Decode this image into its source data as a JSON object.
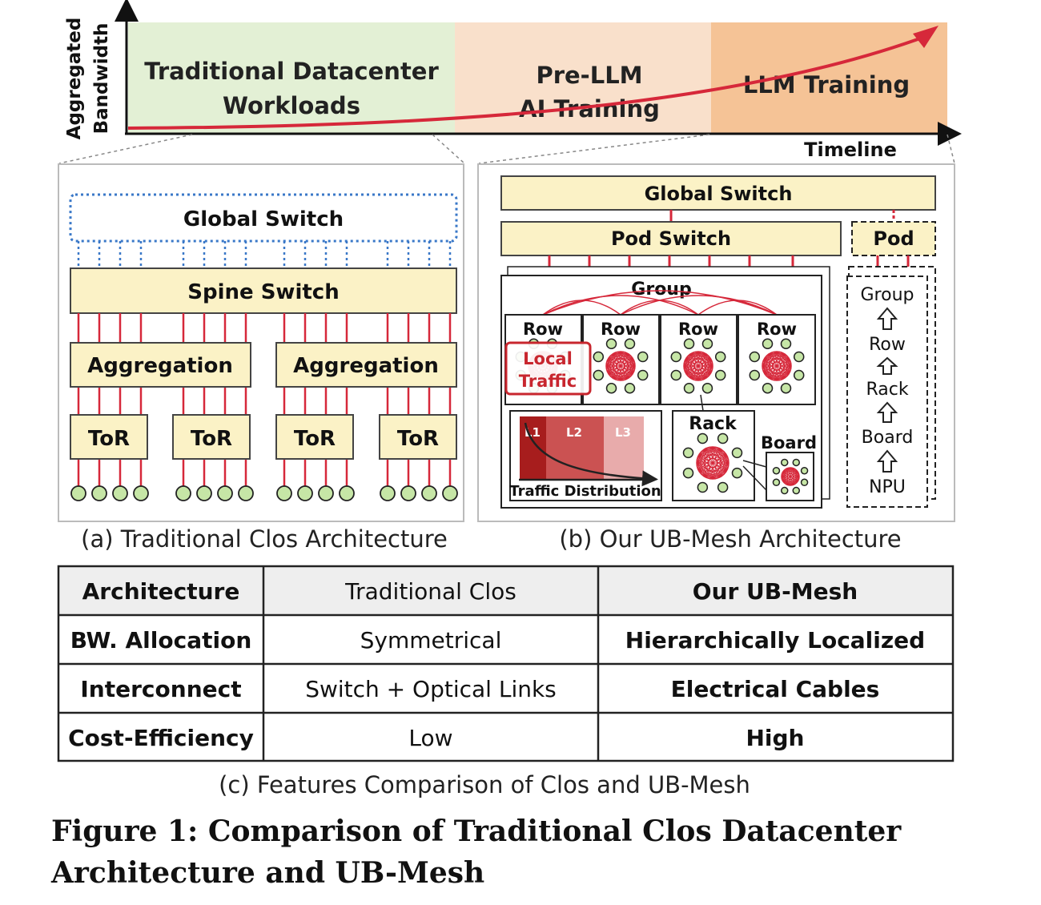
{
  "timeline": {
    "y_axis_label_line1": "Aggregated",
    "y_axis_label_line2": "Bandwidth",
    "x_axis_label": "Timeline",
    "phases": [
      {
        "line1": "Traditional Datacenter",
        "line2": "Workloads"
      },
      {
        "line1": "Pre-LLM",
        "line2": "AI Training"
      },
      {
        "line1": "LLM Training",
        "line2": ""
      }
    ],
    "colors": {
      "phase1": "#e3f0d5",
      "phase2": "#f9e0cb",
      "phase3": "#f5c396",
      "curve": "#d6283a"
    }
  },
  "clos": {
    "global_switch": "Global Switch",
    "spine_switch": "Spine Switch",
    "aggregation": [
      "Aggregation",
      "Aggregation"
    ],
    "tor": [
      "ToR",
      "ToR",
      "ToR",
      "ToR"
    ],
    "caption": "(a) Traditional Clos Architecture"
  },
  "ubmesh": {
    "global_switch": "Global Switch",
    "pod_switch": "Pod Switch",
    "pod": "Pod",
    "group": "Group",
    "rows": [
      "Row",
      "Row",
      "Row",
      "Row"
    ],
    "local_traffic_line1": "Local",
    "local_traffic_line2": "Traffic",
    "levels": [
      "L1",
      "L2",
      "L3"
    ],
    "traffic_distribution": "Traffic Distribution",
    "rack": "Rack",
    "board": "Board",
    "hierarchy": [
      "Group",
      "Row",
      "Rack",
      "Board",
      "NPU"
    ],
    "caption": "(b) Our UB-Mesh Architecture"
  },
  "table": {
    "headers": [
      "Architecture",
      "Traditional Clos",
      "Our UB-Mesh"
    ],
    "rows": [
      [
        "BW. Allocation",
        "Symmetrical",
        "Hierarchically Localized"
      ],
      [
        "Interconnect",
        "Switch + Optical Links",
        "Electrical Cables"
      ],
      [
        "Cost-Efficiency",
        "Low",
        "High"
      ]
    ],
    "caption": "(c) Features Comparison of Clos and UB-Mesh"
  },
  "figure_caption": "Figure 1: Comparison of Traditional Clos Datacenter Architecture and UB-Mesh"
}
